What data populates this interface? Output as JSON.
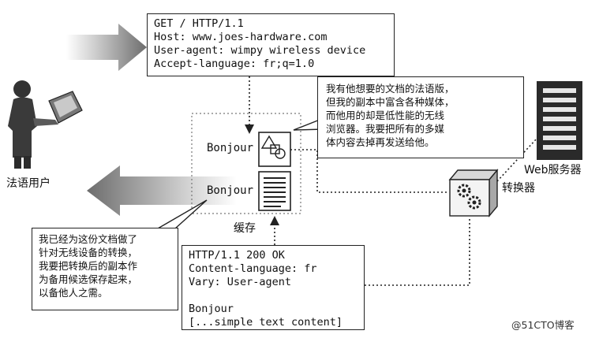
{
  "request": {
    "lines": [
      "GET / HTTP/1.1",
      "Host: www.joes-hardware.com",
      "User-agent: wimpy wireless device",
      "Accept-language: fr;q=1.0"
    ]
  },
  "response": {
    "lines": [
      "HTTP/1.1 200 OK",
      "Content-language: fr",
      "Vary: User-agent",
      "",
      "Bonjour",
      "[...simple text content]"
    ]
  },
  "note_converter": {
    "lines": [
      "我有他想要的文档的法语版，",
      "但我的副本中富含各种媒体，",
      "而他用的却是低性能的无线",
      "浏览器。我要把所有的多媒",
      "体内容去掉再发送给他。"
    ]
  },
  "note_cache": {
    "lines": [
      "我已经为这份文档做了",
      "针对无线设备的转换，",
      "我要把转换后的副本作",
      "为备用候选保存起来，",
      "以备他人之需。"
    ]
  },
  "labels": {
    "user": "法语用户",
    "server": "Web服务器",
    "converter": "转换器",
    "cache": "缓存",
    "bonjour_top": "Bonjour",
    "bonjour_bottom": "Bonjour"
  },
  "watermark": "@51CTO博客"
}
